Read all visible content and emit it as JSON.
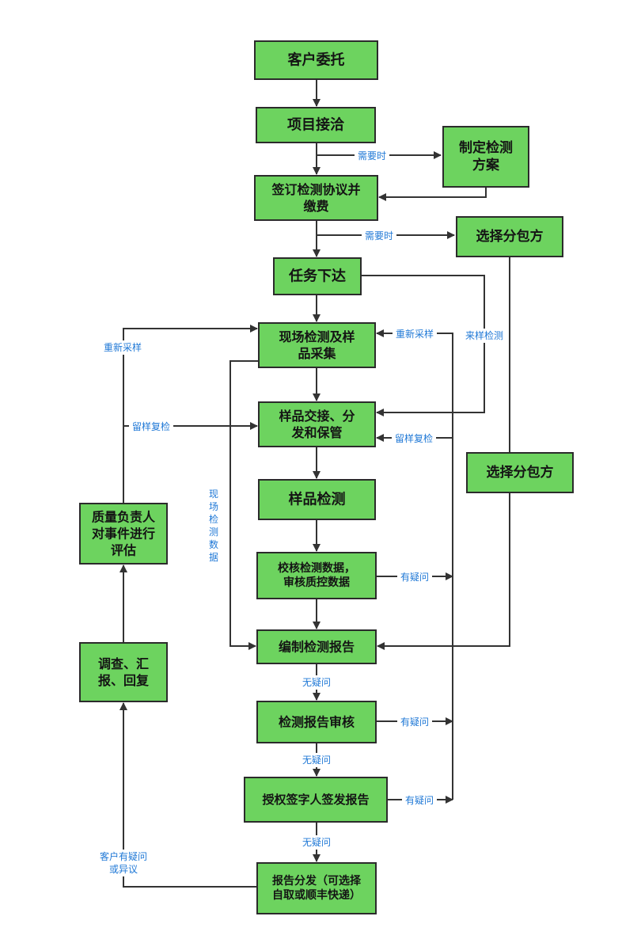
{
  "diagram": {
    "nodes": {
      "n1": [
        "客户委托"
      ],
      "n2": [
        "项目接洽"
      ],
      "n3": [
        "制定检测",
        "方案"
      ],
      "n4": [
        "签订检测协议并",
        "缴费"
      ],
      "n5": [
        "选择分包方"
      ],
      "n6": [
        "任务下达"
      ],
      "n7": [
        "现场检测及样",
        "品采集"
      ],
      "n8": [
        "样品交接、分",
        "发和保管"
      ],
      "n9": [
        "样品检测"
      ],
      "n10": [
        "校核检测数据，",
        "审核质控数据"
      ],
      "n11": [
        "编制检测报告"
      ],
      "n12": [
        "检测报告审核"
      ],
      "n13": [
        "授权签字人签发报告"
      ],
      "n14": [
        "报告分发（可选择",
        "自取或顺丰快递）"
      ],
      "n15": [
        "质量负责人",
        "对事件进行",
        "评估"
      ],
      "n16": [
        "调查、汇",
        "报、回复"
      ],
      "n17": [
        "选择分包方"
      ]
    },
    "labels": {
      "need1": "需要时",
      "need2": "需要时",
      "resample_right": "重新采样",
      "resample_left": "重新采样",
      "come_sample": "来样检测",
      "retain_left": "留样复检",
      "retain_right": "留样复检",
      "field_data": [
        "现",
        "场",
        "检",
        "测",
        "数",
        "据"
      ],
      "doubt1": "有疑问",
      "doubt2": "有疑问",
      "doubt3": "有疑问",
      "nodoubt1": "无疑问",
      "nodoubt2": "无疑问",
      "nodoubt3": "无疑问",
      "customer": [
        "客户有疑问",
        "或异议"
      ]
    }
  }
}
